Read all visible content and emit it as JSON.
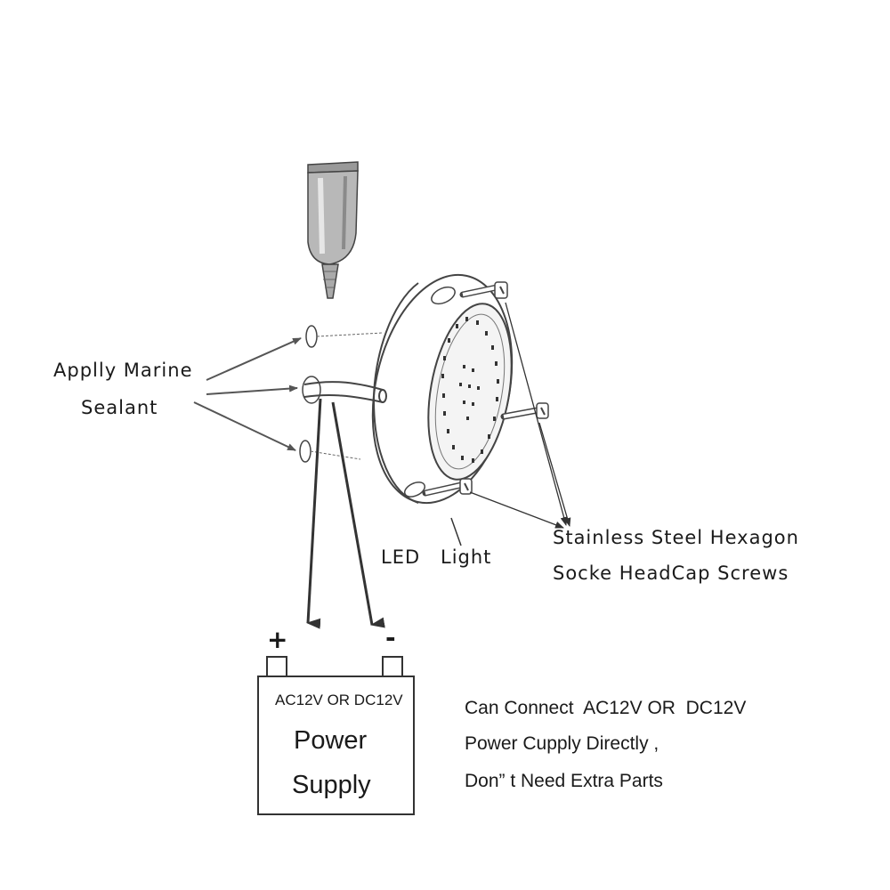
{
  "labels": {
    "sealant_line1": "Applly Marine",
    "sealant_line2": "Sealant",
    "led_line1": "LED",
    "led_line2": "Light",
    "screws_line1": "Stainless Steel Hexagon",
    "screws_line2": "Socke HeadCap Screws",
    "polarity_plus": "+",
    "polarity_minus": "-",
    "power_voltage": "AC12V OR DC12V",
    "power_line1": "Power",
    "power_line2": "Supply",
    "note_line1": "Can Connect  AC12V OR  DC12V",
    "note_line2": "Power Cupply Directly ,",
    "note_line3": "Don” t Need Extra Parts"
  },
  "icons": [
    "sealant-tube-icon",
    "led-light-icon",
    "hex-screw-icon",
    "power-supply-icon"
  ],
  "colors": {
    "line": "#4a4a4a",
    "arrow": "#555555",
    "text": "#1a1a1a"
  }
}
